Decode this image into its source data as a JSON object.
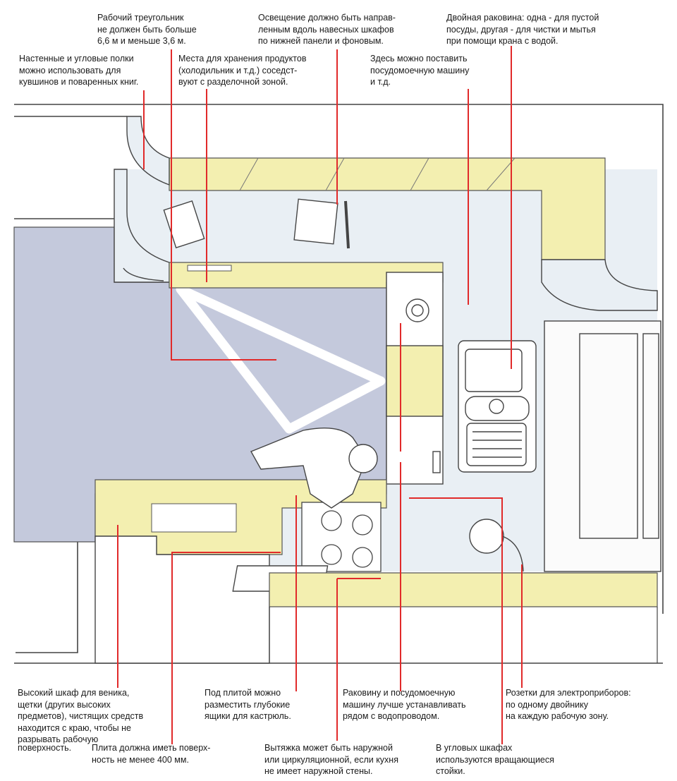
{
  "colors": {
    "worktop": "#f3efb0",
    "floor": "#c4c9dc",
    "wall": "#e9eff4",
    "outline": "#444444",
    "leader": "#e12a2a",
    "triangle": "#ffffff"
  },
  "notes": {
    "triangle": "Рабочий треугольник\nне должен быть больше\n6,6 м и меньше 3,6 м.",
    "lighting": "Освещение должно быть направ-\nленным вдоль навесных шкафов\nпо нижней панели и фоновым.",
    "double_sink": "Двойная раковина: одна - для пустой\nпосуды, другая - для чистки и мытья\nпри помощи крана с водой.",
    "shelves": "Настенные и угловые полки\nможно использовать для\nкувшинов и поваренных книг.",
    "food_storage": "Места для хранения продуктов\n(холодильник и т.д.) соседст-\nвуют с разделочной зоной.",
    "dishwasher": "Здесь можно поставить\nпосудомоечную машину\nи т.д.",
    "tall_cabinet": "Высокий шкаф для веника,\nщетки (других высоких\nпредметов), чистящих средств\nнаходится с краю, чтобы не\nразрывать рабочую",
    "tall_cabinet_end": "поверхность.",
    "worktop_width": "Плита должна иметь поверх-\nность не менее 400 мм.",
    "under_hob": "Под плитой можно\nразместить глубокие\nящики для кастрюль.",
    "sink_water": "Раковину и посудомоечную\nмашину лучше устанавливать\nрядом с водопроводом.",
    "sockets": "Розетки для электроприборов:\nпо одному двойнику\nна каждую рабочую зону.",
    "hood": "Вытяжка может быть наружной\nили циркуляционной, если кухня\nне имеет наружной стены.",
    "corner_units": "В угловых шкафах\nиспользуются вращающиеся\nстойки."
  }
}
